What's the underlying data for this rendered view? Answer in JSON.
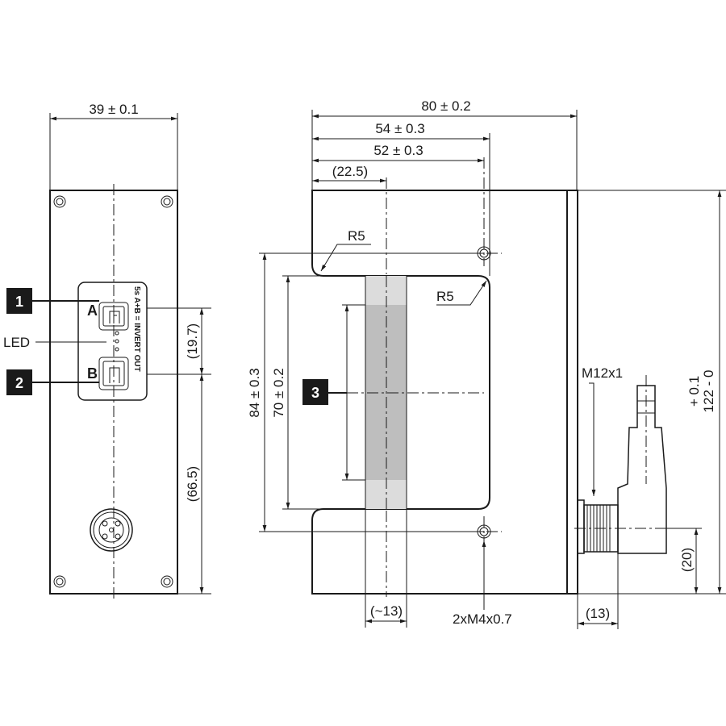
{
  "front_view": {
    "width_dim": "39 ± 0.1",
    "led_label": "LED",
    "button_a": "A",
    "button_b": "B",
    "panel_text": "5s A+B = INVERT OUT",
    "dim_19_7": "(19.7)",
    "dim_66_5": "(66.5)",
    "callout_1": "1",
    "callout_2": "2"
  },
  "side_view": {
    "dim_80": "80 ± 0.2",
    "dim_54": "54 ± 0.3",
    "dim_52": "52 ± 0.3",
    "dim_22_5": "(22.5)",
    "r5_top": "R5",
    "r5_inner": "R5",
    "dim_84": "84 ± 0.3",
    "dim_70": "70 ± 0.2",
    "callout_3": "3",
    "dim_13_slot": "(~13)",
    "holes": "2xM4x0.7",
    "connector": "M12x1",
    "dim_122_plus": "+ 0.1",
    "dim_122_minus": "122 - 0",
    "dim_20": "(20)",
    "dim_13_conn": "(13)"
  }
}
